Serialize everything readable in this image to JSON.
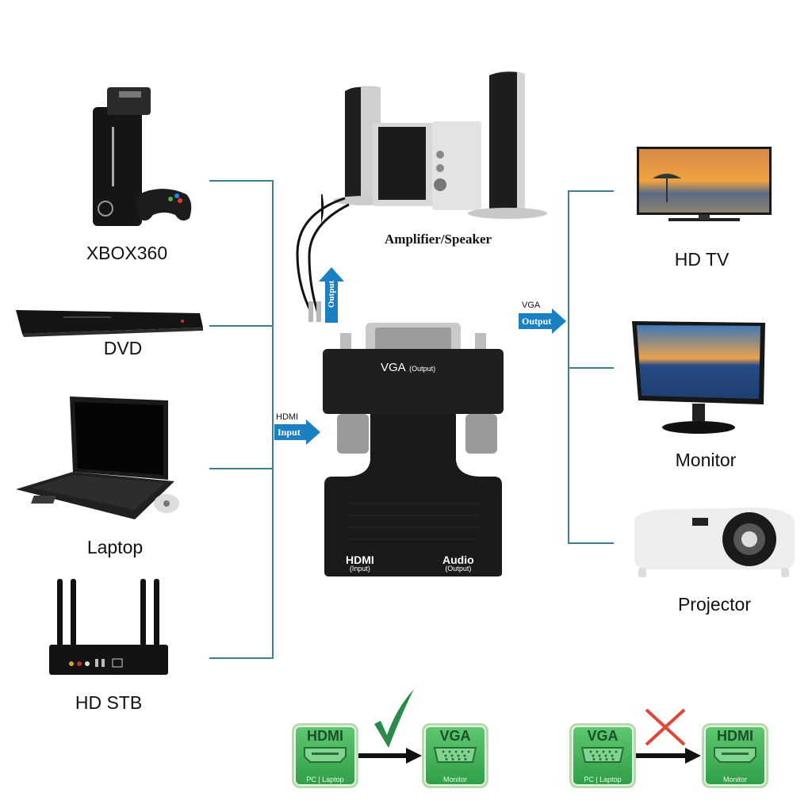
{
  "sources": [
    {
      "id": "xbox360",
      "label": "XBOX360"
    },
    {
      "id": "dvd",
      "label": "DVD"
    },
    {
      "id": "laptop",
      "label": "Laptop"
    },
    {
      "id": "hd-stb",
      "label": "HD STB"
    }
  ],
  "audio_output": {
    "label": "Amplifier/Speaker",
    "arrow_text": "Output"
  },
  "adapter": {
    "top_label": "VGA",
    "top_sub": "(Output)",
    "bottom_left_label": "HDMI",
    "bottom_left_sub": "(Input)",
    "bottom_right_label": "Audio",
    "bottom_right_sub": "(Output)"
  },
  "input_arrow": {
    "caption": "HDMI",
    "text": "Input"
  },
  "output_arrow": {
    "caption": "VGA",
    "text": "Output"
  },
  "displays": [
    {
      "id": "hd-tv",
      "label": "HD TV"
    },
    {
      "id": "monitor",
      "label": "Monitor"
    },
    {
      "id": "projector",
      "label": "Projector"
    }
  ],
  "compatibility": [
    {
      "from": {
        "title": "HDMI",
        "sub": "PC | Laptop",
        "icon": "hdmi-port"
      },
      "to": {
        "title": "VGA",
        "sub": "Monitor",
        "icon": "vga-port"
      },
      "supported": true,
      "mark": "checkmark"
    },
    {
      "from": {
        "title": "VGA",
        "sub": "PC | Laptop",
        "icon": "vga-port"
      },
      "to": {
        "title": "HDMI",
        "sub": "Monitor",
        "icon": "hdmi-port"
      },
      "supported": false,
      "mark": "cross"
    }
  ],
  "colors": {
    "line": "#3f7f8c",
    "arrow": "#1b7fc4",
    "badge": "#3fae55",
    "check": "#2a8a4a",
    "cross": "#e0473a"
  }
}
